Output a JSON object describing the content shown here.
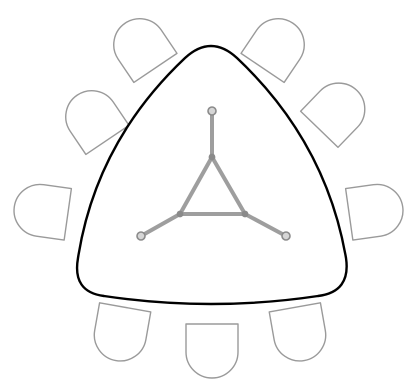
{
  "diagram": {
    "kind": "triangular-table-seating-plan",
    "table": {
      "shape": "rounded-triangle",
      "outline_color": "#000000",
      "fill_color": "#ffffff"
    },
    "chairs": {
      "count": 9,
      "per_side": 3,
      "outline_color": "#9a9a9a",
      "fill_color": "#ffffff"
    },
    "base_frame": {
      "legs": 3,
      "color": "#9e9e9e",
      "joint_color": "#8a8a8a"
    }
  }
}
